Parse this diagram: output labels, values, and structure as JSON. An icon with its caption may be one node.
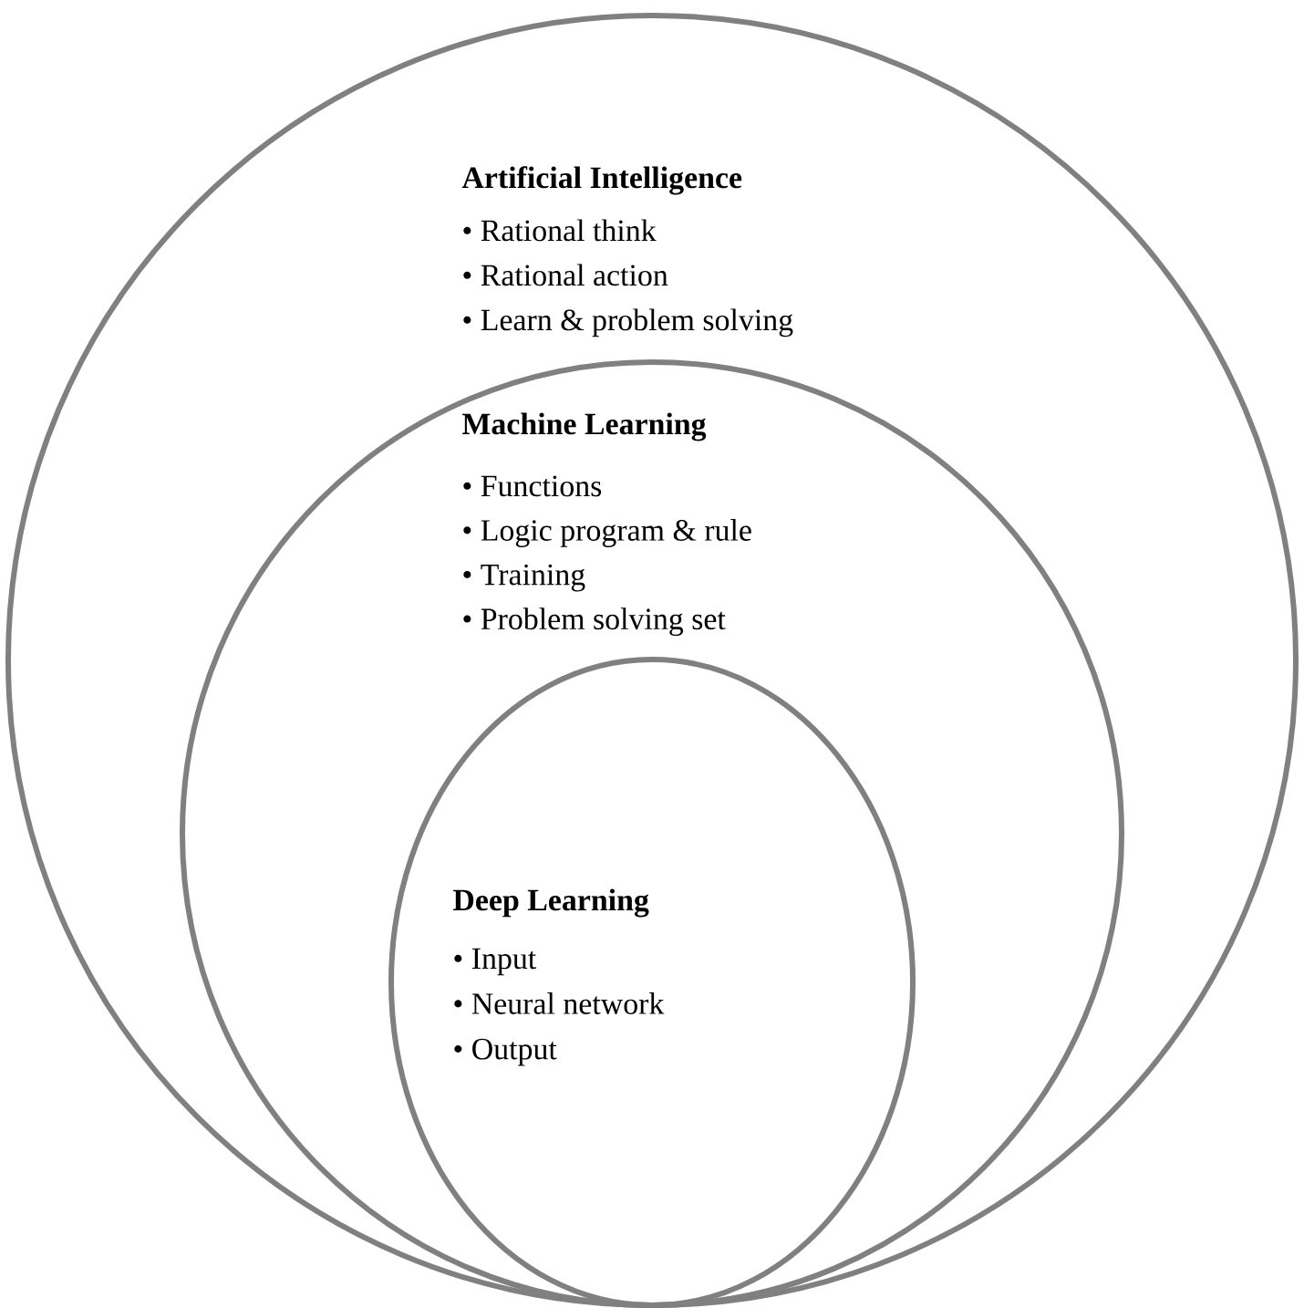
{
  "diagram": {
    "nodes": [
      {
        "text": [
          "Artificial Intelligence",
          "• Rational think",
          "• Rational action",
          "• Learn & problem solving"
        ]
      },
      {
        "text": [
          "Machine Learning",
          "• Functions",
          "• Logic program & rule",
          "• Training",
          "• Problem solving set"
        ],
        "in": 0
      },
      {
        "text": [
          "Deep Learning",
          "• Input",
          "• Neural network",
          "• Output"
        ],
        "in": 1
      }
    ]
  }
}
